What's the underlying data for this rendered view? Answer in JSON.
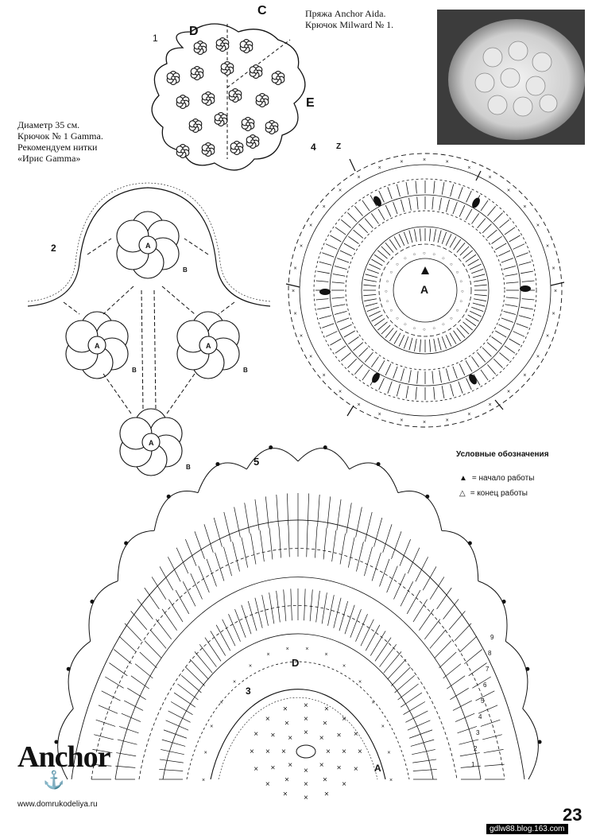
{
  "header": {
    "yarn": "Пряжа Anchor Aida.",
    "hook": "Крючок Milward № 1."
  },
  "specs": {
    "diameter": "Диаметр 35 см.",
    "hook": "Крючок № 1 Gamma.",
    "recommend_line1": "Рекомендуем нитки",
    "recommend_line2": "«Ирис Gamma»"
  },
  "figures": {
    "fig1": {
      "number": "1",
      "labels": {
        "c": "C",
        "d": "D",
        "e": "E"
      }
    },
    "fig2": {
      "number": "2",
      "motif_label": "A",
      "petal_label": "B"
    },
    "fig3": {
      "number": "3",
      "label": "A"
    },
    "fig4": {
      "number": "4",
      "center_label": "A",
      "marker": "Z"
    },
    "fig5": {
      "number": "5",
      "center_label": "D",
      "start_label": "A",
      "row_numbers": [
        "1",
        "2",
        "3",
        "4",
        "5",
        "6",
        "7",
        "8",
        "9"
      ]
    }
  },
  "legend": {
    "title": "Условные обозначения",
    "items": [
      {
        "symbol": "▲",
        "label": "= начало работы"
      },
      {
        "symbol": "△",
        "label": "= конец работы"
      }
    ]
  },
  "brand": {
    "name": "Anchor",
    "anchor_icon": "anchor-icon"
  },
  "footer": {
    "url": "www.domrukodeliya.ru",
    "page_number": "23",
    "blog": "gdlw88.blog.163.com"
  },
  "colors": {
    "ink": "#111111",
    "paper": "#ffffff"
  }
}
